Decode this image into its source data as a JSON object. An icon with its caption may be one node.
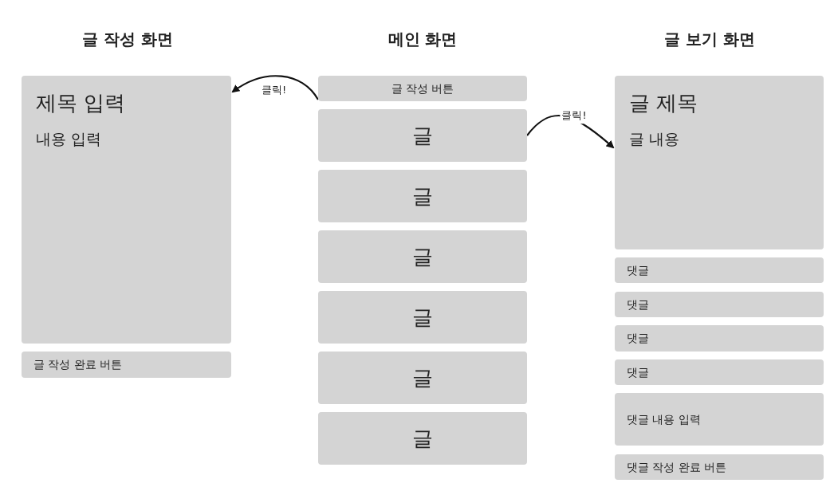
{
  "diagram": {
    "nodes": [
      {
        "text": [
          "제목 입력",
          "내용 입력"
        ]
      },
      {
        "text": [
          "글 작성 완료 버튼"
        ]
      },
      {
        "text": [
          "글 작성 버튼"
        ]
      },
      {
        "text": [
          "글"
        ]
      },
      {
        "text": [
          "글"
        ]
      },
      {
        "text": [
          "글"
        ]
      },
      {
        "text": [
          "글"
        ]
      },
      {
        "text": [
          "글"
        ]
      },
      {
        "text": [
          "글"
        ]
      },
      {
        "text": [
          "글 제목",
          "글 내용"
        ]
      },
      {
        "text": [
          "댓글"
        ]
      },
      {
        "text": [
          "댓글"
        ]
      },
      {
        "text": [
          "댓글"
        ]
      },
      {
        "text": [
          "댓글"
        ]
      },
      {
        "text": [
          "댓글 내용 입력"
        ]
      },
      {
        "text": [
          "댓글 작성 완료 버튼"
        ]
      }
    ],
    "edges": [
      {
        "from": 2,
        "to": 0,
        "arrow": "to",
        "label": "클릭!"
      },
      {
        "from": 3,
        "to": 9,
        "arrow": "to",
        "label": "클릭!"
      }
    ],
    "labels": [
      "글 작성 화면",
      "메인 화면",
      "글 보기 화면"
    ]
  }
}
